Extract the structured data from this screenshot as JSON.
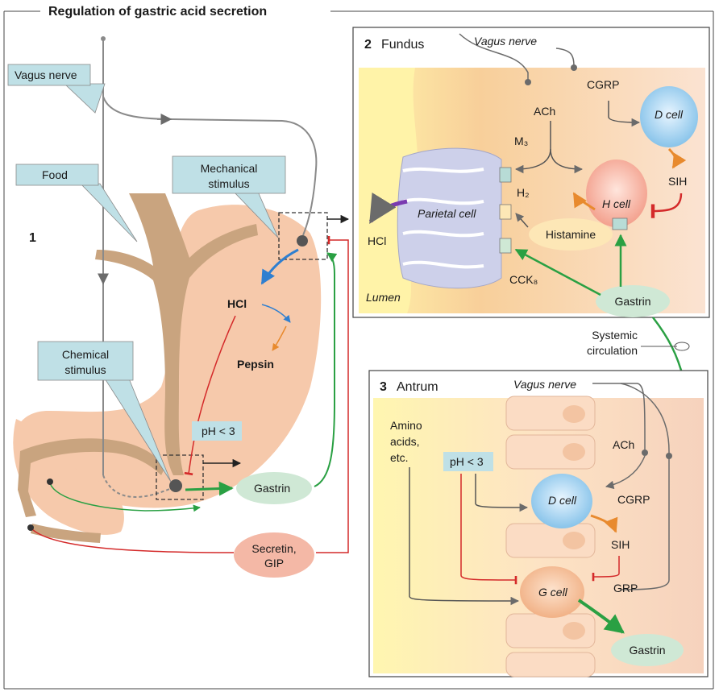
{
  "title": "Regulation of gastric acid secretion",
  "panel1": {
    "number": "1",
    "vagus_label": "Vagus nerve",
    "food_label": "Food",
    "mechanical_label": [
      "Mechanical",
      "stimulus"
    ],
    "chemical_label": [
      "Chemical",
      "stimulus"
    ],
    "hcl": "HCl",
    "pepsin": "Pepsin",
    "ph": "pH < 3",
    "gastrin": "Gastrin",
    "secretin": [
      "Secretin,",
      "GIP"
    ]
  },
  "panel2": {
    "number": "2",
    "name": "Fundus",
    "vagus_label": "Vagus nerve",
    "cgrp": "CGRP",
    "ach": "ACh",
    "d_cell": "D cell",
    "sih": "SIH",
    "h_cell": "H cell",
    "m3": "M₃",
    "h2": "H₂",
    "cck": "CCK₈",
    "parietal": "Parietal cell",
    "histamine": "Histamine",
    "hcl": "HCl",
    "lumen": "Lumen",
    "gastrin": "Gastrin"
  },
  "systemic": [
    "Systemic",
    "circulation"
  ],
  "panel3": {
    "number": "3",
    "name": "Antrum",
    "vagus_label": "Vagus nerve",
    "amino": [
      "Amino",
      "acids,",
      "etc."
    ],
    "ph": "pH < 3",
    "ach": "ACh",
    "d_cell": "D cell",
    "cgrp": "CGRP",
    "sih": "SIH",
    "g_cell": "G cell",
    "grp": "GRP",
    "gastrin": "Gastrin"
  },
  "colors": {
    "skin": "#f4c8a8",
    "tube": "#c9a47f",
    "label_box": "#bfe0e6",
    "green": "#2aa043",
    "red": "#d42a2a",
    "blue": "#2f7fd0",
    "orange": "#e88a2e",
    "gastrin_fill": "#cfe8d5"
  }
}
